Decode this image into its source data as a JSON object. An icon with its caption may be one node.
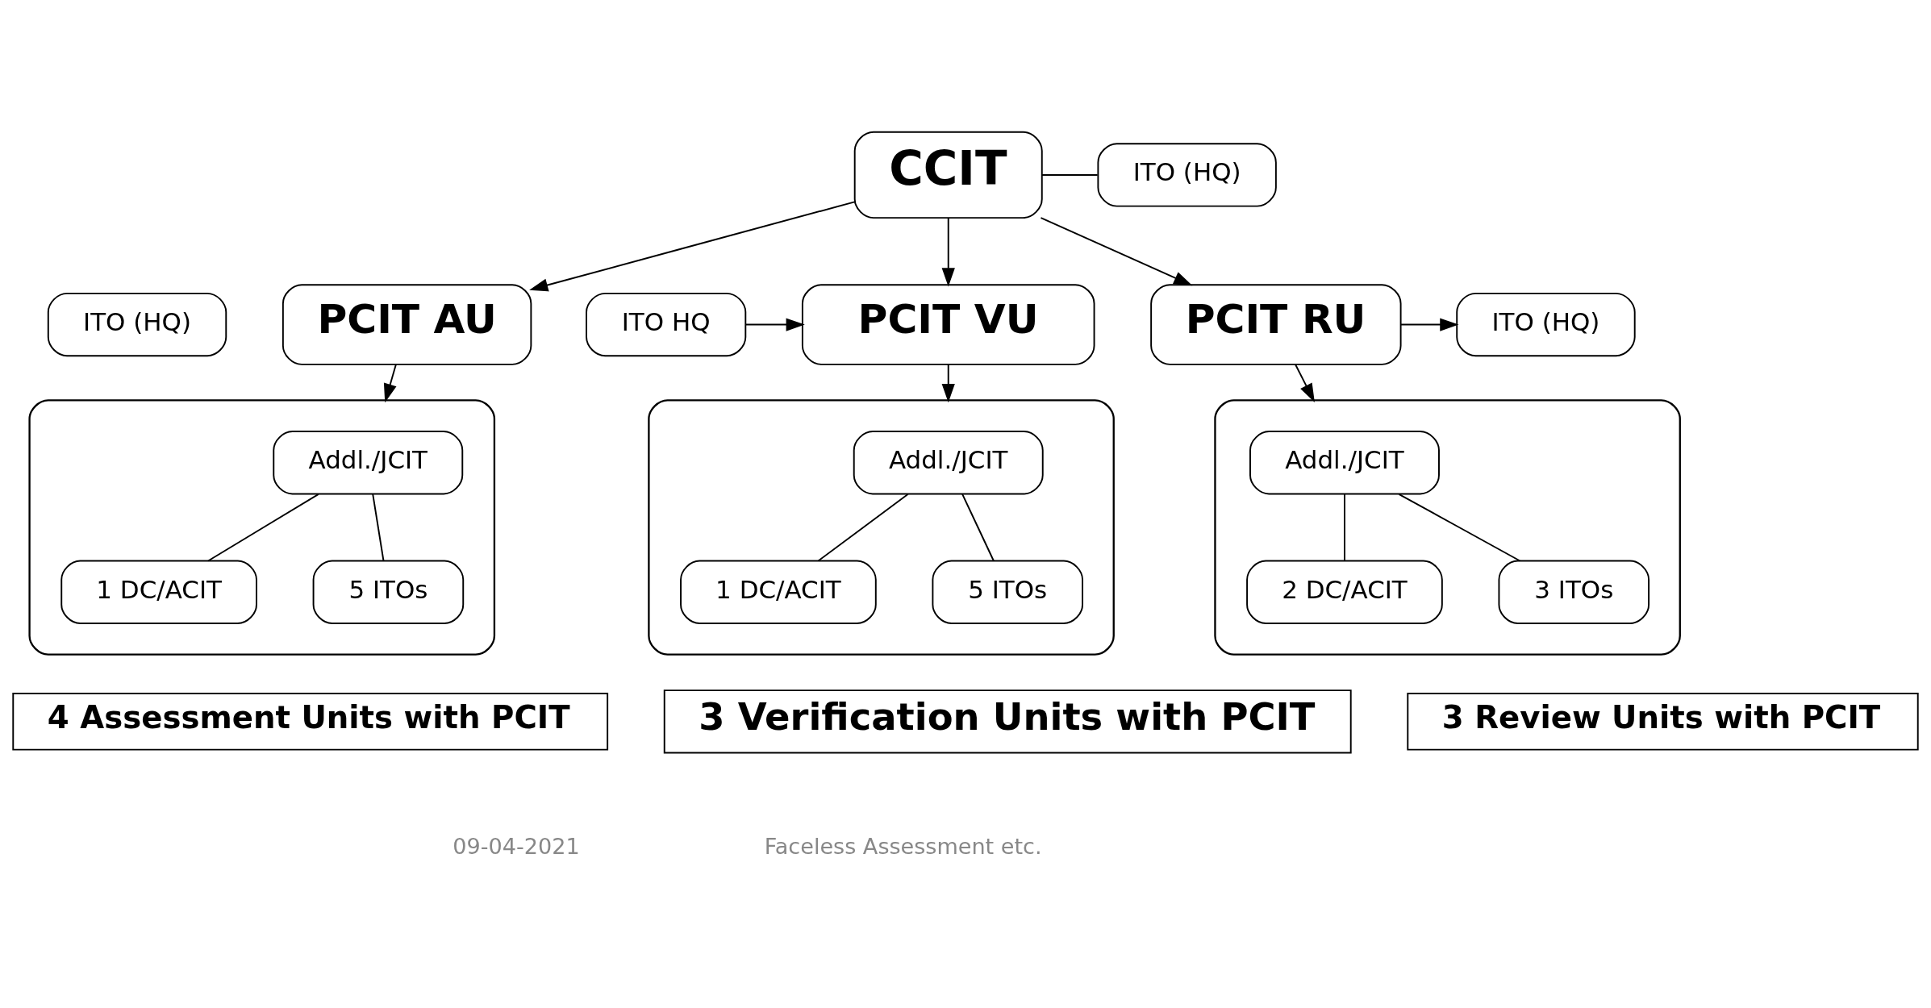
{
  "diagram": {
    "nodes": [
      {
        "text": [
          "CCIT"
        ]
      },
      {
        "text": [
          "ITO (HQ)"
        ]
      },
      {
        "text": [
          "PCIT AU"
        ]
      },
      {
        "text": [
          "ITO (HQ)"
        ]
      },
      {
        "text": [
          "ITO HQ"
        ]
      },
      {
        "text": [
          "PCIT VU"
        ]
      },
      {
        "text": [
          "PCIT RU"
        ]
      },
      {
        "text": [
          "ITO (HQ)"
        ]
      },
      {
        "text": [],
        "shape": "box"
      },
      {
        "text": [
          "Addl./JCIT"
        ],
        "in": 8
      },
      {
        "text": [
          "1 DC/ACIT"
        ],
        "in": 8
      },
      {
        "text": [
          "5 ITOs"
        ],
        "in": 8
      },
      {
        "text": [
          "4 Assessment Units with PCIT"
        ]
      },
      {
        "text": [],
        "shape": "box"
      },
      {
        "text": [
          "Addl./JCIT"
        ],
        "in": 13
      },
      {
        "text": [
          "1 DC/ACIT"
        ],
        "in": 13
      },
      {
        "text": [
          "5 ITOs"
        ],
        "in": 13
      },
      {
        "text": [
          "3 Verification Units with PCIT"
        ]
      },
      {
        "text": [],
        "shape": "box"
      },
      {
        "text": [
          "Addl./JCIT"
        ],
        "in": 18
      },
      {
        "text": [
          "2 DC/ACIT"
        ],
        "in": 18
      },
      {
        "text": [
          "3 ITOs"
        ],
        "in": 18
      },
      {
        "text": [
          "3 Review Units with PCIT"
        ]
      }
    ],
    "edges": [
      {
        "from": 0,
        "to": 1,
        "arrow": "none"
      },
      {
        "from": 0,
        "to": 2,
        "arrow": "to"
      },
      {
        "from": 0,
        "to": 5,
        "arrow": "to"
      },
      {
        "from": 0,
        "to": 6,
        "arrow": "to"
      },
      {
        "from": 4,
        "to": 5,
        "arrow": "to"
      },
      {
        "from": 6,
        "to": 7,
        "arrow": "to"
      },
      {
        "from": 2,
        "to": 8,
        "arrow": "to"
      },
      {
        "from": 5,
        "to": 13,
        "arrow": "to"
      },
      {
        "from": 6,
        "to": 18,
        "arrow": "to"
      },
      {
        "from": 9,
        "to": 10,
        "arrow": "none"
      },
      {
        "from": 9,
        "to": 11,
        "arrow": "none"
      },
      {
        "from": 14,
        "to": 15,
        "arrow": "none"
      },
      {
        "from": 14,
        "to": 16,
        "arrow": "none"
      },
      {
        "from": 19,
        "to": 20,
        "arrow": "none"
      },
      {
        "from": 19,
        "to": 21,
        "arrow": "none"
      }
    ],
    "labels": [
      "09-04-2021",
      "Faceless Assessment etc."
    ]
  }
}
